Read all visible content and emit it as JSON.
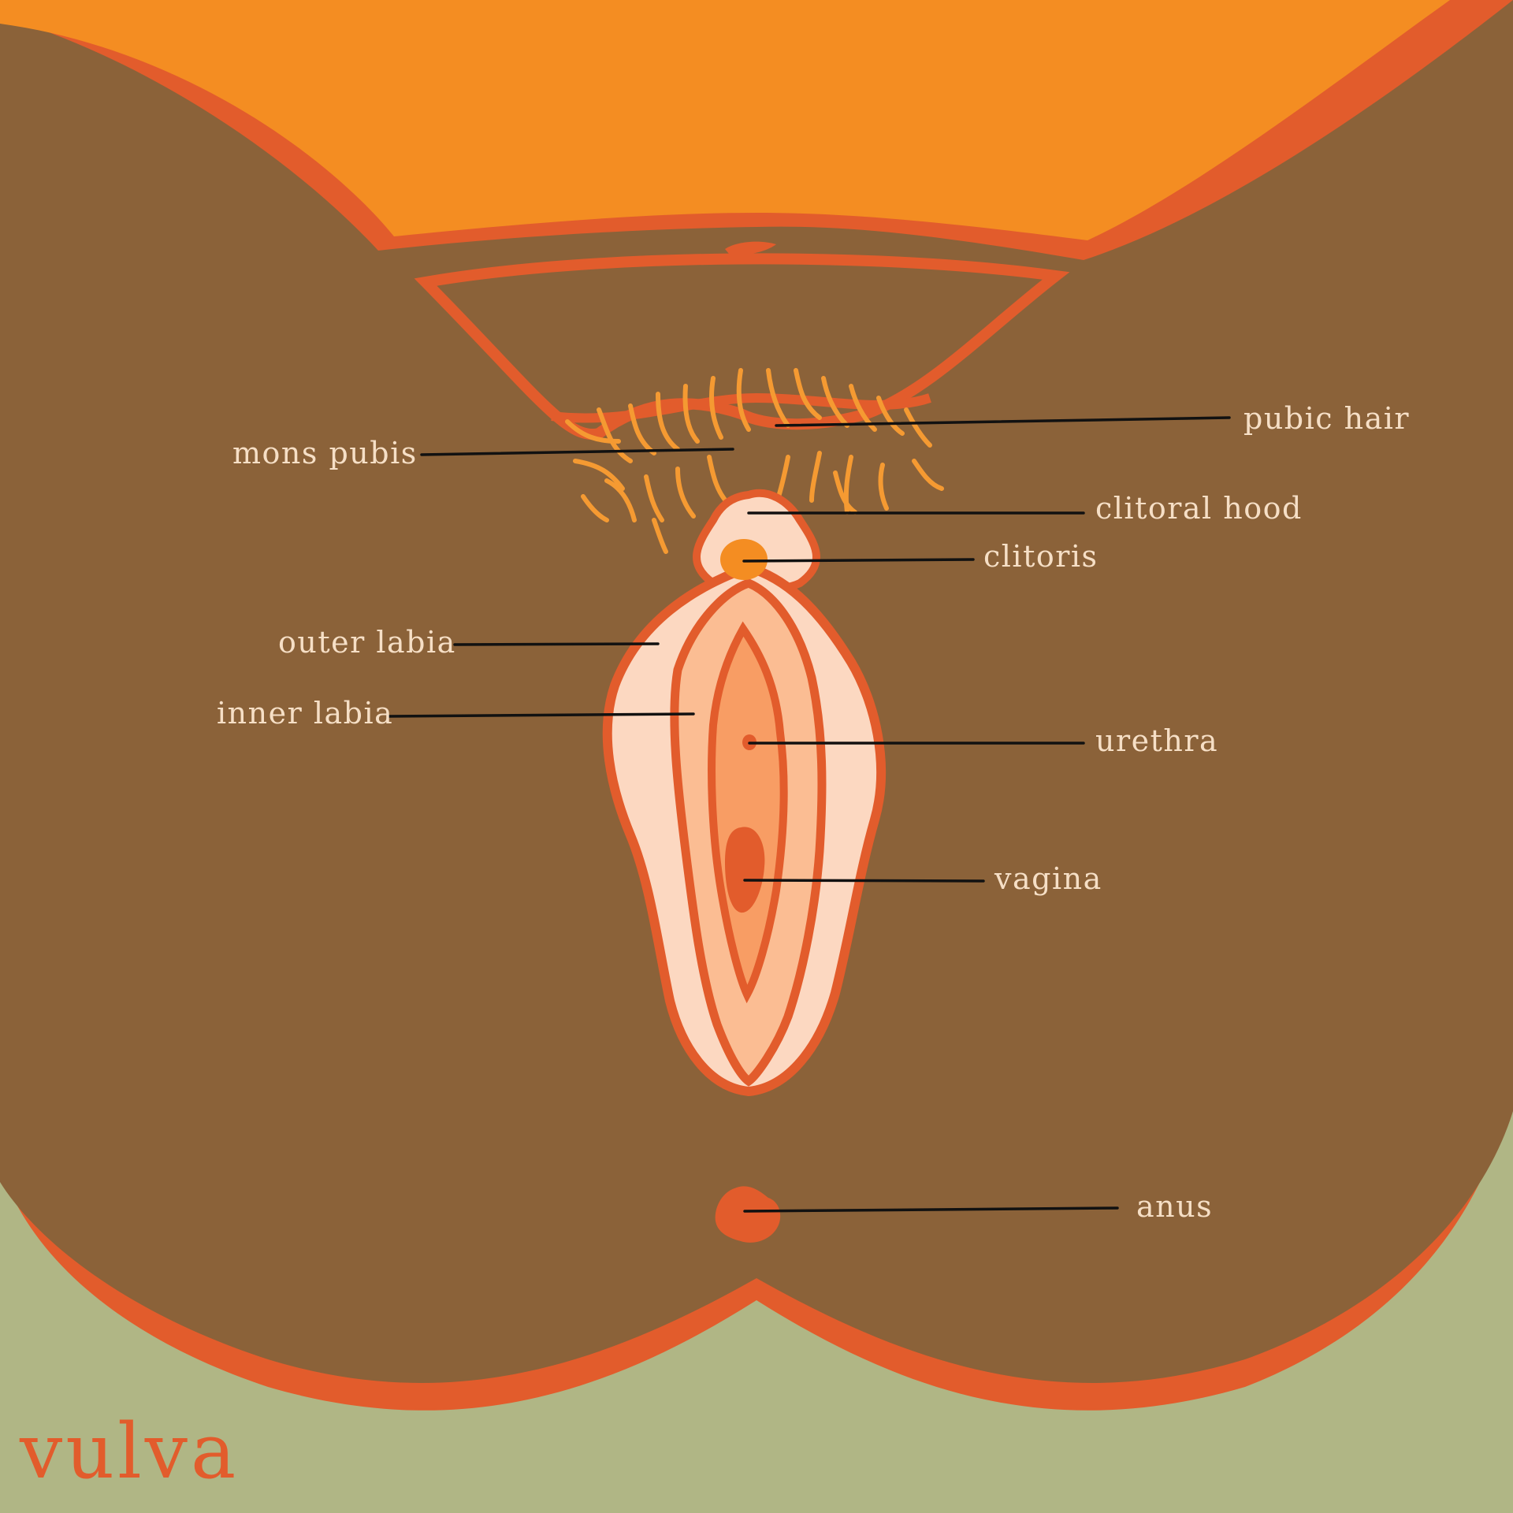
{
  "title": "vulva",
  "labels": {
    "pubic_hair": "pubic hair",
    "mons_pubis": "mons pubis",
    "clitoral_hood": "clitoral hood",
    "clitoris": "clitoris",
    "outer_labia": "outer labia",
    "inner_labia": "inner labia",
    "urethra": "urethra",
    "vagina": "vagina",
    "anus": "anus"
  },
  "colors": {
    "skin": "#8b6239",
    "outline": "#e25c2c",
    "belly": "#f48d22",
    "ground": "#b0b685",
    "outer_labia": "#fcd8c1",
    "inner_labia": "#fbbd93",
    "vestibule": "#f89d64",
    "clitoris": "#f48d22",
    "hair": "#f59a32",
    "label_text": "#f6dfc6",
    "title_text": "#e25c2c"
  }
}
